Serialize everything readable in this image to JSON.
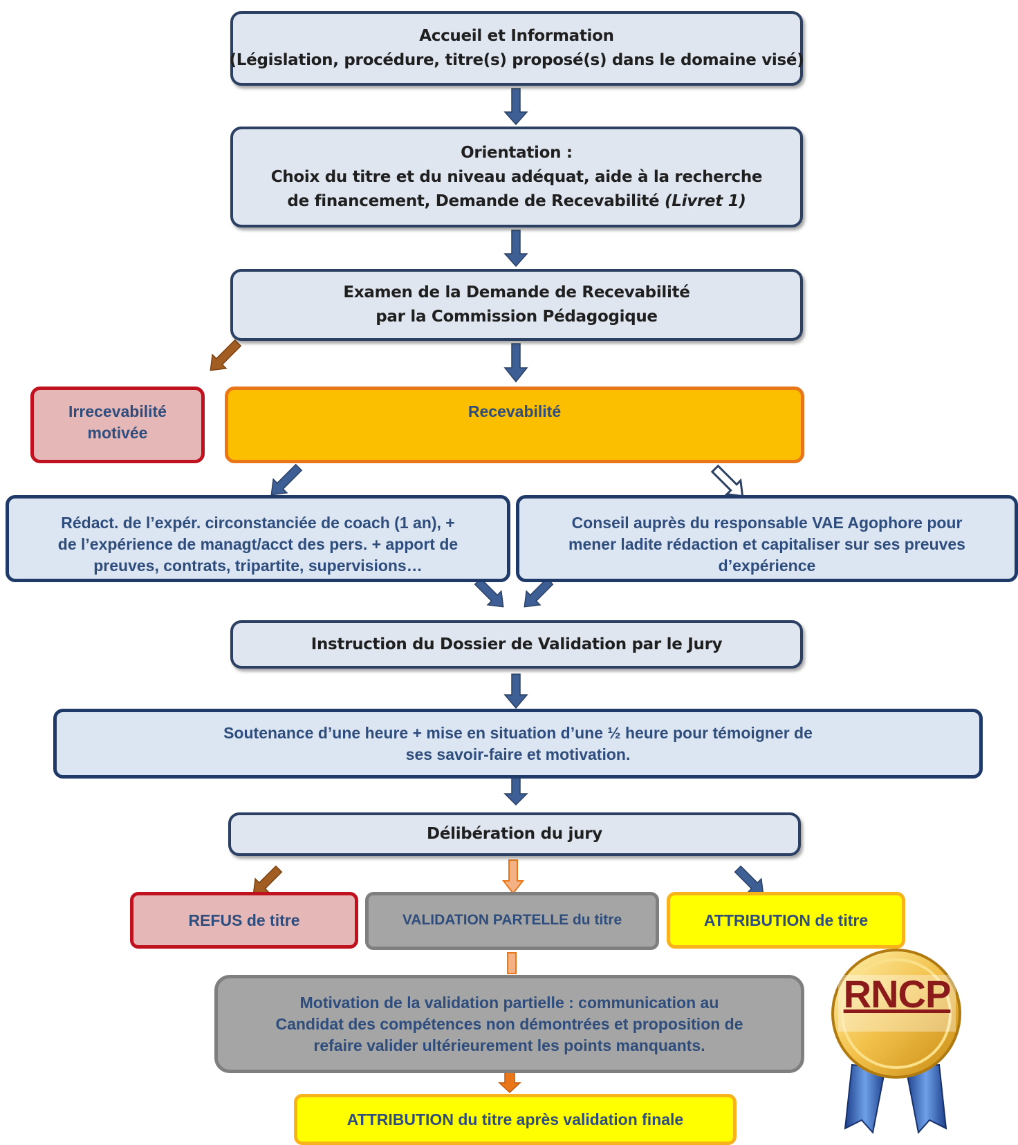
{
  "steps": {
    "accueil": {
      "line1": "Accueil et Information",
      "line2": "(Législation, procédure, titre(s) proposé(s) dans le domaine visé)"
    },
    "orientation": {
      "line1": "Orientation :",
      "line2": "Choix du titre et du niveau adéquat, aide à la recherche",
      "line3": "de financement, Demande de Recevabilité",
      "line3_italic": "(Livret 1)"
    },
    "examen": {
      "line1": "Examen de la Demande de Recevabilité",
      "line2": "par la Commission Pédagogique"
    },
    "irrecevabilite": {
      "line1": "Irrecevabilité",
      "line2": "motivée"
    },
    "recevabilite": {
      "label": "Recevabilité"
    },
    "redaction": {
      "line1": "Rédact. de l’expér. circonstanciée de coach (1 an), +",
      "line2": "de l’expérience de managt/acct des pers. + apport de",
      "line3": "preuves, contrats, tripartite, supervisions…"
    },
    "conseil": {
      "line1": "Conseil auprès du responsable VAE Agophore pour",
      "line2": "mener ladite rédaction et capitaliser sur ses preuves",
      "line3": "d’expérience"
    },
    "instruction": {
      "label": "Instruction du Dossier de Validation par le Jury"
    },
    "soutenance": {
      "line1": "Soutenance d’une heure + mise en situation d’une ½ heure pour témoigner de",
      "line2": "ses savoir-faire et motivation."
    },
    "deliberation": {
      "label": "Délibération du jury"
    },
    "refus": {
      "label": "REFUS de titre"
    },
    "validation_partielle": {
      "label": "VALIDATION PARTELLE du titre"
    },
    "attribution": {
      "label": "ATTRIBUTION de titre"
    },
    "motivation": {
      "line1": "Motivation de la validation partielle : communication au",
      "line2": "Candidat des compétences non démontrées et proposition de",
      "line3": "refaire valider ultérieurement les points manquants."
    },
    "attribution_finale": {
      "label": "ATTRIBUTION du titre après validation finale"
    }
  },
  "badge": {
    "text": "RNCP"
  },
  "colors": {
    "blue_box": "#dfe6f0",
    "blue_border": "#2b4062",
    "orange_fill": "#fcbf00",
    "orange_border": "#e9771a",
    "pink_fill": "#e6b7b7",
    "red_border": "#c0111f",
    "grey_fill": "#a5a5a5",
    "grey_border": "#7f7f7f",
    "yellow_fill": "#ffff00",
    "yellow_border": "#f7b21c",
    "arrow_blue": "#3d5f95",
    "arrow_brown": "#a25e22",
    "arrow_orange": "#e9771a"
  }
}
